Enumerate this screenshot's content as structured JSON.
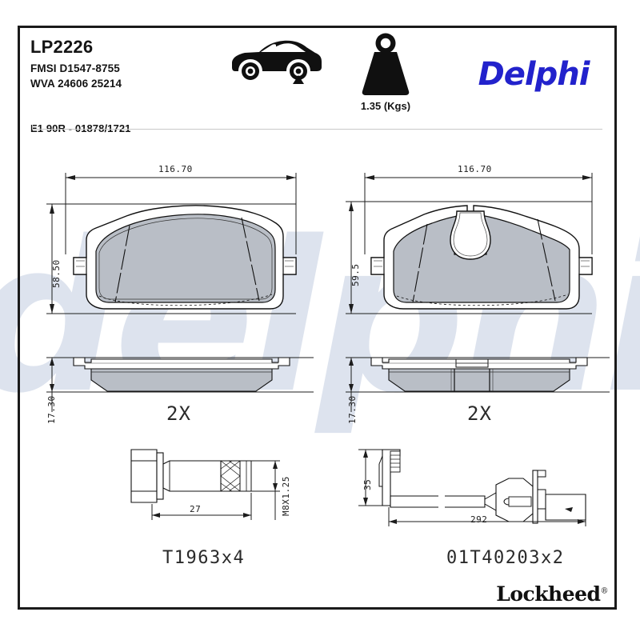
{
  "document": {
    "part_number": "LP2226",
    "fmsi": "FMSI D1547-8755",
    "wva": "WVA 24606 25214",
    "approval_code": "E1 90R - 01878/1721",
    "brand": "Delphi",
    "brand_color": "#2222CC",
    "footer_brand": "Lockheed",
    "footer_brand_mark": "®",
    "watermark_text": "delphi"
  },
  "header": {
    "axle_icon_name": "car-rear-axle-icon",
    "weight_icon_name": "weight-icon",
    "weight_value": "1.35 (Kgs)"
  },
  "drawings": {
    "pad_left": {
      "name": "brake-pad-left-face-view",
      "width_dim": "116.70",
      "height_dim": "58.50"
    },
    "pad_right": {
      "name": "brake-pad-right-face-view",
      "width_dim": "116.70",
      "height_dim": "59.5"
    },
    "pad_left_side": {
      "name": "brake-pad-left-side-view",
      "thickness_dim": "17.30",
      "quantity": "2X"
    },
    "pad_right_side": {
      "name": "brake-pad-right-side-view",
      "thickness_dim": "17.30",
      "quantity": "2X"
    },
    "bolt": {
      "name": "guide-bolt-drawing",
      "length_dim": "27",
      "thread_dim": "M8X1.25",
      "part_label": "T1963x4"
    },
    "wear_sensor": {
      "name": "wear-sensor-drawing",
      "height_dim": "35",
      "length_dim": "292",
      "part_label": "01T40203x2"
    }
  }
}
